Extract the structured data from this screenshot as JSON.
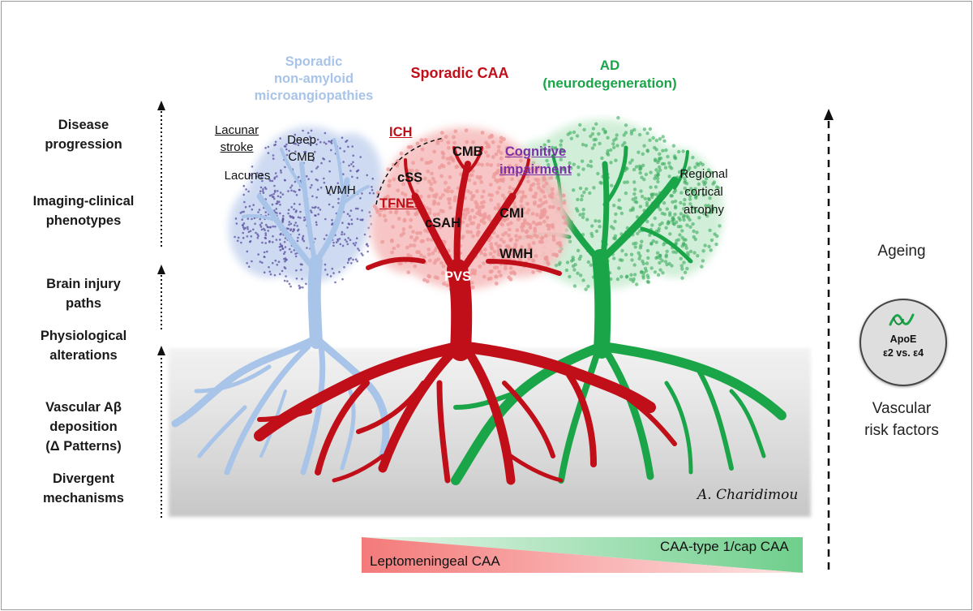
{
  "colors": {
    "nonamyloid": "#a8c4e8",
    "nonamyloid_dots": "#5b4ea0",
    "caa": "#c10f1a",
    "caa_foliage": "#f2a8a8",
    "ad": "#1aa548",
    "ad_foliage": "#8fd39f",
    "legend_red": "#f28b8b",
    "legend_green": "#7fd49a",
    "cognitive": "#7a32a8"
  },
  "headers": {
    "nonamyloid": [
      "Sporadic",
      "non-amyloid",
      "microangiopathies"
    ],
    "caa": "Sporadic CAA",
    "ad": [
      "AD",
      "(neurodegeneration)"
    ]
  },
  "left_axis": [
    [
      "Disease",
      "progression"
    ],
    [
      "Imaging-clinical",
      "phenotypes"
    ],
    [
      "Brain injury",
      "paths"
    ],
    [
      "Physiological",
      "alterations"
    ],
    [
      "Vascular Aβ",
      "deposition",
      "(Δ Patterns)"
    ],
    [
      "Divergent",
      "mechanisms"
    ]
  ],
  "nonamyloid_labels": {
    "lacunar_stroke": [
      "Lacunar",
      "stroke"
    ],
    "deep_cmb": [
      "Deep",
      "CMB"
    ],
    "lacunes": "Lacunes",
    "wmh": "WMH"
  },
  "caa_labels": {
    "ich": "ICH",
    "css": "cSS",
    "tfnes": "TFNEs",
    "csah": "cSAH",
    "cmb": "CMB",
    "cmi": "CMI",
    "wmh": "WMH",
    "pvs": "PVS",
    "cognitive": [
      "Cognitive",
      "impairment"
    ]
  },
  "ad_labels": {
    "regional_atrophy": [
      "Regional",
      "cortical",
      "atrophy"
    ]
  },
  "right": {
    "ageing": "Ageing",
    "apoe": [
      "ApoE",
      "ε2 vs. ε4"
    ],
    "vascular_risk": [
      "Vascular",
      "risk factors"
    ]
  },
  "legend": {
    "left": "Leptomeningeal CAA",
    "right": "CAA-type 1/cap CAA"
  },
  "signature": "A. Charidimou"
}
